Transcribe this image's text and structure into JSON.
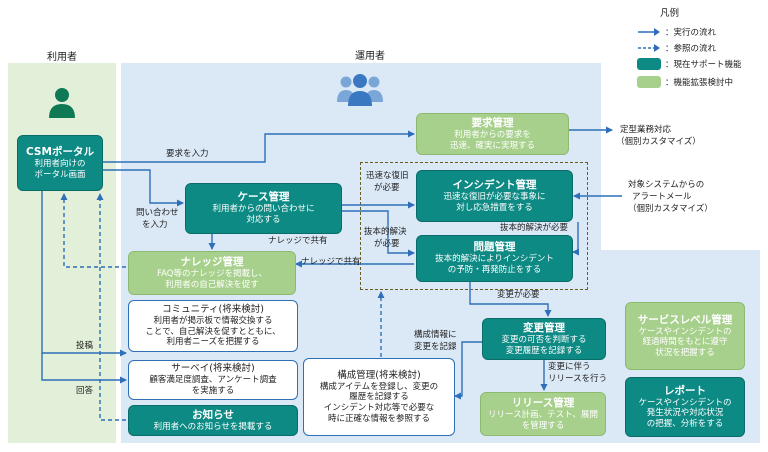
{
  "legend": {
    "title": "凡例",
    "exec_flow": "：実行の流れ",
    "ref_flow": "：参照の流れ",
    "current": "：現在サポート機能",
    "planned": "：機能拡張検討中"
  },
  "zones": {
    "user": "利用者",
    "ops": "運用者"
  },
  "boxes": {
    "csm": {
      "title": "CSMポータル",
      "desc1": "利用者向けの",
      "desc2": "ポータル画面"
    },
    "request": {
      "title": "要求管理",
      "desc1": "利用者からの要求を",
      "desc2": "迅速、確実に実現する"
    },
    "case": {
      "title": "ケース管理",
      "desc1": "利用者からの問い合わせに",
      "desc2": "対応する"
    },
    "incident": {
      "title": "インシデント管理",
      "desc1": "迅速な復旧が必要な事象に",
      "desc2": "対し応急措置をする"
    },
    "problem": {
      "title": "問題管理",
      "desc1": "抜本的解決によりインシデント",
      "desc2": "の予防・再発防止をする"
    },
    "knowledge": {
      "title": "ナレッジ管理",
      "desc1": "FAQ等のナレッジを掲載し、",
      "desc2": "利用者の自己解決を促す"
    },
    "community": {
      "title": "コミュニティ(将来検討)",
      "desc1": "利用者が掲示板で情報交換する",
      "desc2": "ことで、自己解決を促すとともに、",
      "desc3": "利用者ニーズを把握する"
    },
    "survey": {
      "title": "サーベイ(将来検討)",
      "desc1": "顧客満足度調査、アンケート調査",
      "desc2": "を実施する"
    },
    "notice": {
      "title": "お知らせ",
      "desc1": "利用者へのお知らせを掲載する"
    },
    "config": {
      "title": "構成管理(将来検討)",
      "desc1": "構成アイテムを登録し、変更の",
      "desc2": "履歴を記録する",
      "desc3": "インシデント対応等で必要な",
      "desc4": "時に正確な情報を参照する"
    },
    "change": {
      "title": "変更管理",
      "desc1": "変更の可否を判断する",
      "desc2": "変更履歴を記録する"
    },
    "release": {
      "title": "リリース管理",
      "desc1": "リリース計画、テスト、展開",
      "desc2": "を管理する"
    },
    "slm": {
      "title": "サービスレベル管理",
      "desc1": "ケースやインシデントの",
      "desc2": "経過時間をもとに遵守",
      "desc3": "状況を把握する"
    },
    "report": {
      "title": "レポート",
      "desc1": "ケースやインシデントの",
      "desc2": "発生状況や対応状況",
      "desc3": "の把握、分析をする"
    }
  },
  "notes": {
    "request_input": "要求を入力",
    "inquiry_1": "問い合わせ",
    "inquiry_2": "を入力",
    "knowledge_share_1": "ナレッジで共有",
    "knowledge_share_2": "ナレッジで共有",
    "quick_1": "迅速な復旧",
    "quick_2": "が必要",
    "root_1": "抜本的解決",
    "root_2": "が必要",
    "root_right": "抜本的解決が必要",
    "change_needed": "変更が必要",
    "config_record_1": "構成情報に",
    "config_record_2": "変更を記録",
    "release_1": "変更に伴う",
    "release_2": "リリースを行う",
    "post": "投稿",
    "answer": "回答",
    "routine_1": "定型業務対応",
    "routine_2": "（個別カスタマイズ）",
    "alert_1": "対象システムからの",
    "alert_2": "アラートメール",
    "alert_3": "（個別カスタマイズ）"
  },
  "colors": {
    "current": "#0e8a85",
    "planned": "#a8d08d",
    "arrow": "#2e6fb8"
  }
}
